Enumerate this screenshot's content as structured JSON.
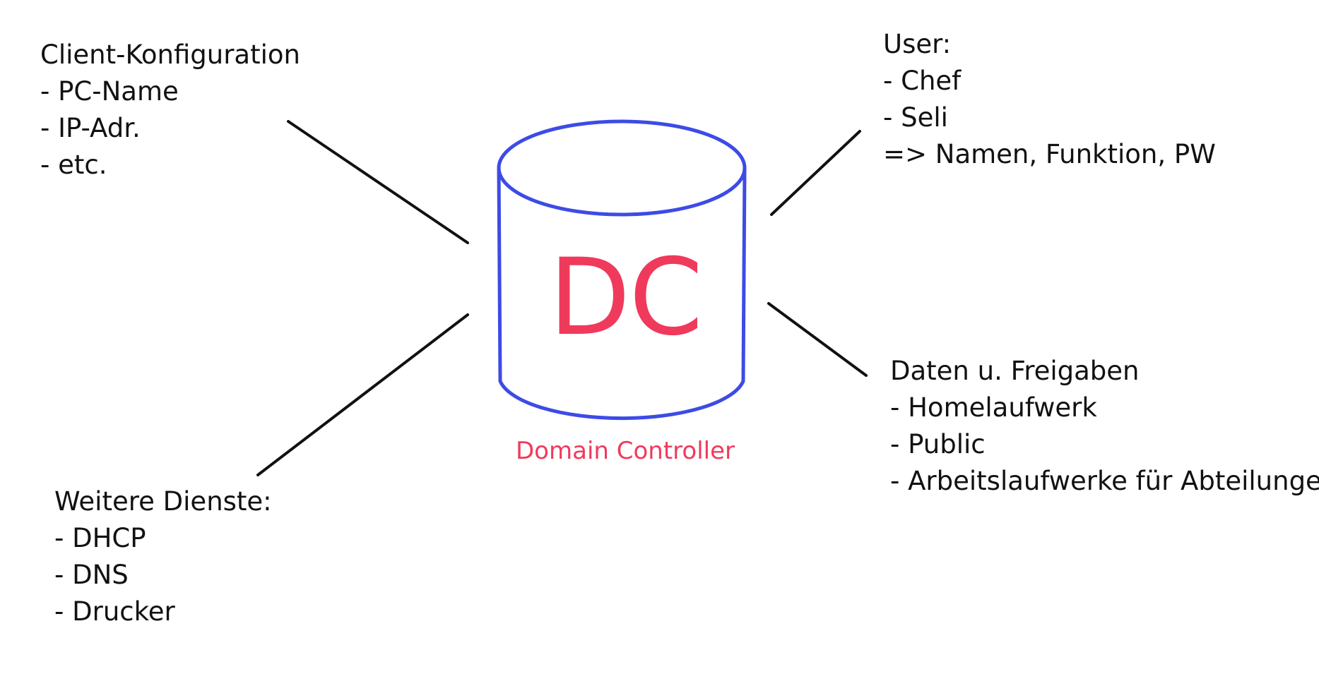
{
  "colors": {
    "cylinder_stroke": "#3d4be6",
    "dc_text": "#f03a5b",
    "connector": "#111111",
    "text": "#111111"
  },
  "center": {
    "title": "DC",
    "caption": "Domain Controller"
  },
  "blocks": {
    "client": {
      "heading": "Client-Konfiguration",
      "items": [
        "- PC-Name",
        "- IP-Adr.",
        "- etc."
      ]
    },
    "user": {
      "heading": "User:",
      "items": [
        "- Chef",
        "- Seli",
        "=> Namen, Funktion, PW"
      ]
    },
    "daten": {
      "heading": "Daten u. Freigaben",
      "items": [
        "- Homelaufwerk",
        "- Public",
        "- Arbeitslaufwerke für Abteilungen"
      ]
    },
    "dienste": {
      "heading": "Weitere Dienste:",
      "items": [
        "- DHCP",
        "- DNS",
        "- Drucker"
      ]
    }
  }
}
